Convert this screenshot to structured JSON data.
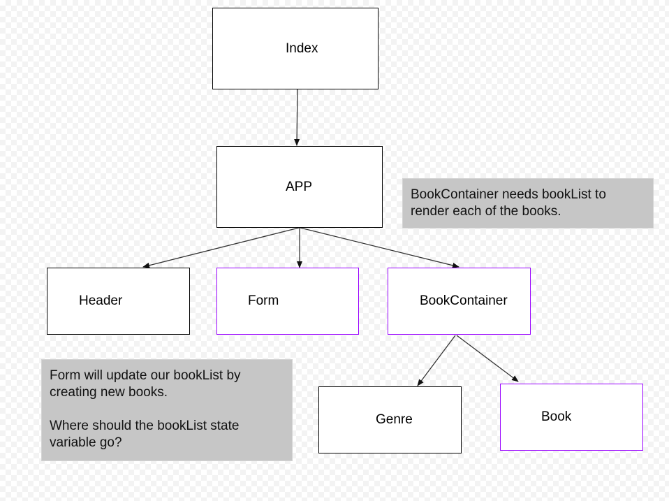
{
  "nodes": {
    "index": "Index",
    "app": "APP",
    "header": "Header",
    "form": "Form",
    "book_container": "BookContainer",
    "genre": "Genre",
    "book": "Book"
  },
  "notes": {
    "book_container_note": "BookContainer needs bookList to render each of the books.",
    "form_note_line1": "Form will update our bookList by creating new books.",
    "form_note_line2": "Where should the bookList state variable go?"
  },
  "colors": {
    "highlight_border": "#9900ff",
    "note_fill": "#c6c6c6",
    "edge": "#333333"
  }
}
